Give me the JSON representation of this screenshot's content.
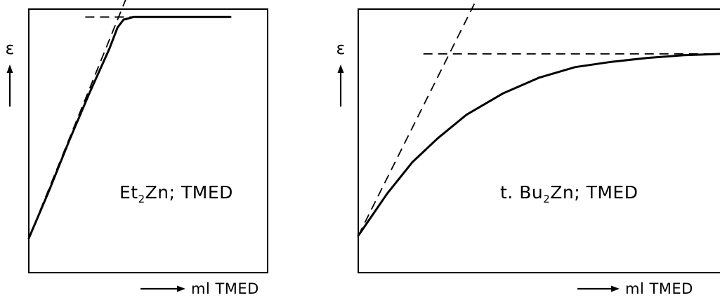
{
  "chart_data": [
    {
      "type": "line",
      "ylabel": "ε",
      "xlabel": "ml TMED",
      "annotation": {
        "parts": [
          {
            "t": "Et",
            "sub": false
          },
          {
            "t": "2",
            "sub": true
          },
          {
            "t": "Zn; TMED",
            "sub": false
          }
        ]
      },
      "xlim": [
        0,
        100
      ],
      "ylim": [
        0,
        100
      ],
      "series": [
        {
          "style": "solid",
          "values": [
            [
              0,
              13
            ],
            [
              10,
              31
            ],
            [
              20,
              50
            ],
            [
              30,
              68
            ],
            [
              40,
              85
            ],
            [
              44,
              93
            ],
            [
              47,
              96
            ],
            [
              52,
              97
            ],
            [
              60,
              97
            ],
            [
              80,
              97
            ],
            [
              100,
              97
            ]
          ]
        },
        {
          "style": "dashed",
          "values": [
            [
              0,
              13
            ],
            [
              52,
              111
            ]
          ]
        },
        {
          "style": "dashed",
          "values": [
            [
              28,
              97
            ],
            [
              100,
              97
            ]
          ]
        }
      ]
    },
    {
      "type": "line",
      "ylabel": "ε",
      "xlabel": "ml TMED",
      "annotation": {
        "parts": [
          {
            "t": "t. Bu",
            "sub": false
          },
          {
            "t": "2",
            "sub": true
          },
          {
            "t": "Zn; TMED",
            "sub": false
          }
        ]
      },
      "xlim": [
        0,
        100
      ],
      "ylim": [
        0,
        100
      ],
      "series": [
        {
          "style": "solid",
          "values": [
            [
              0,
              14
            ],
            [
              8,
              30
            ],
            [
              15,
              42
            ],
            [
              22,
              51
            ],
            [
              30,
              60
            ],
            [
              40,
              68
            ],
            [
              50,
              74
            ],
            [
              60,
              78
            ],
            [
              70,
              80
            ],
            [
              80,
              81.5
            ],
            [
              90,
              82.5
            ],
            [
              100,
              83
            ]
          ]
        },
        {
          "style": "dashed",
          "values": [
            [
              0,
              14
            ],
            [
              35,
              110
            ]
          ]
        },
        {
          "style": "dashed",
          "values": [
            [
              18,
              83
            ],
            [
              100,
              83
            ]
          ]
        }
      ]
    }
  ]
}
